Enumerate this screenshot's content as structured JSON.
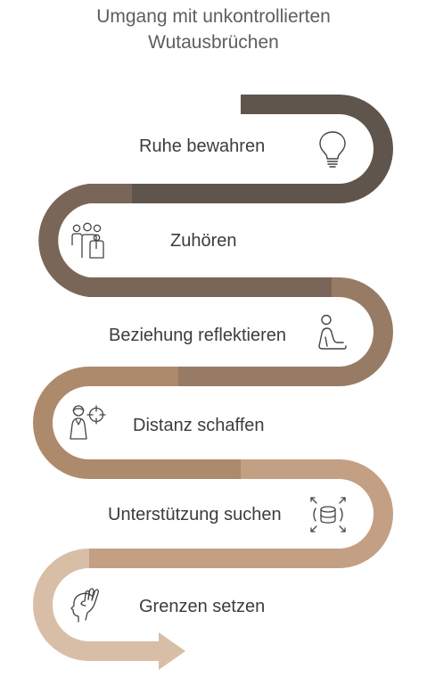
{
  "title": {
    "line1": "Umgang mit unkontrollierten",
    "line2": "Wutausbrüchen"
  },
  "steps": [
    {
      "label": "Ruhe bewahren",
      "icon": "lightbulb-icon",
      "color": "#5f554d"
    },
    {
      "label": "Zuhören",
      "icon": "group-people-icon",
      "color": "#7a6658"
    },
    {
      "label": "Beziehung reflektieren",
      "icon": "person-reflecting-icon",
      "color": "#987b64"
    },
    {
      "label": "Distanz schaffen",
      "icon": "person-target-icon",
      "color": "#ae8a6d"
    },
    {
      "label": "Unterstützung suchen",
      "icon": "database-expand-icon",
      "color": "#c39f84"
    },
    {
      "label": "Grenzen setzen",
      "icon": "hand-head-icon",
      "color": "#d9bea7"
    }
  ]
}
